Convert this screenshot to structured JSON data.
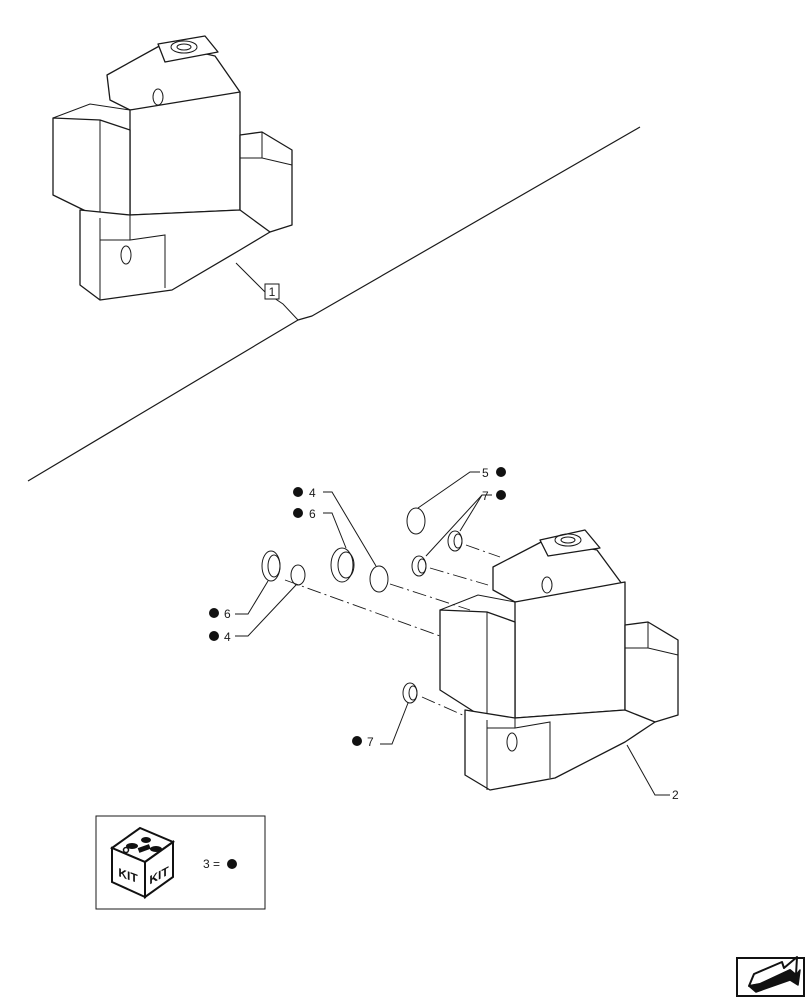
{
  "callouts": {
    "c1": "1",
    "c2": "2",
    "c4a": "4",
    "c6a": "6",
    "c5": "5",
    "c7a": "7",
    "c6b": "6",
    "c4b": "4",
    "c7b": "7"
  },
  "kit": {
    "label_left": "KIT",
    "label_right": "KIT",
    "equation": "3 ="
  }
}
